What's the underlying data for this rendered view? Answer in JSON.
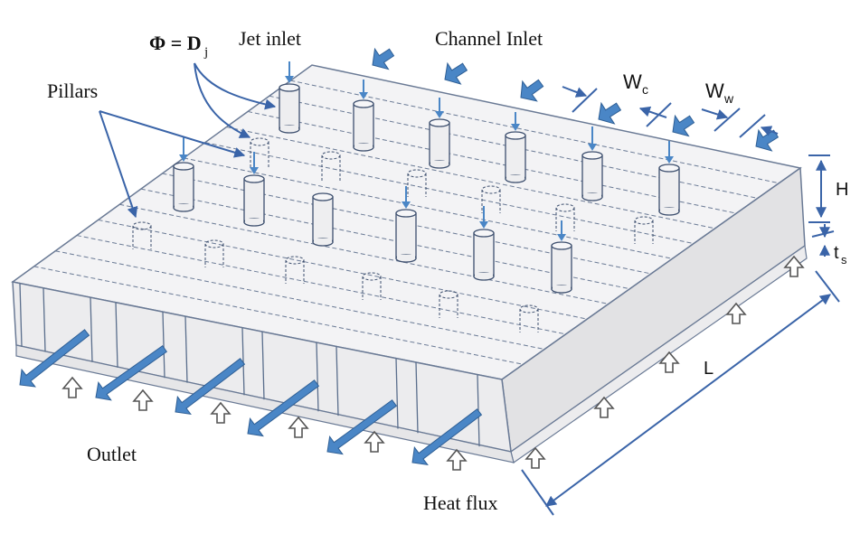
{
  "labels": {
    "phi_eq": "Φ = D",
    "phi_sub": "j",
    "jet_inlet": "Jet inlet",
    "channel_inlet": "Channel Inlet",
    "pillars": "Pillars",
    "wc_main": "W",
    "wc_sub": "c",
    "ww_main": "W",
    "ww_sub": "w",
    "h": "H",
    "ts_main": "t",
    "ts_sub": "s",
    "l": "L",
    "outlet": "Outlet",
    "heat_flux": "Heat flux"
  },
  "colors": {
    "block_top": "#f2f2f4",
    "block_side": "#e4e4e6",
    "outline": "#5a6e8c",
    "arrow_blue": "#4a86c6",
    "arrow_blue_dark": "#2f5f95",
    "hollow_arrow": "#555555",
    "dim_line": "#3a64a8"
  }
}
